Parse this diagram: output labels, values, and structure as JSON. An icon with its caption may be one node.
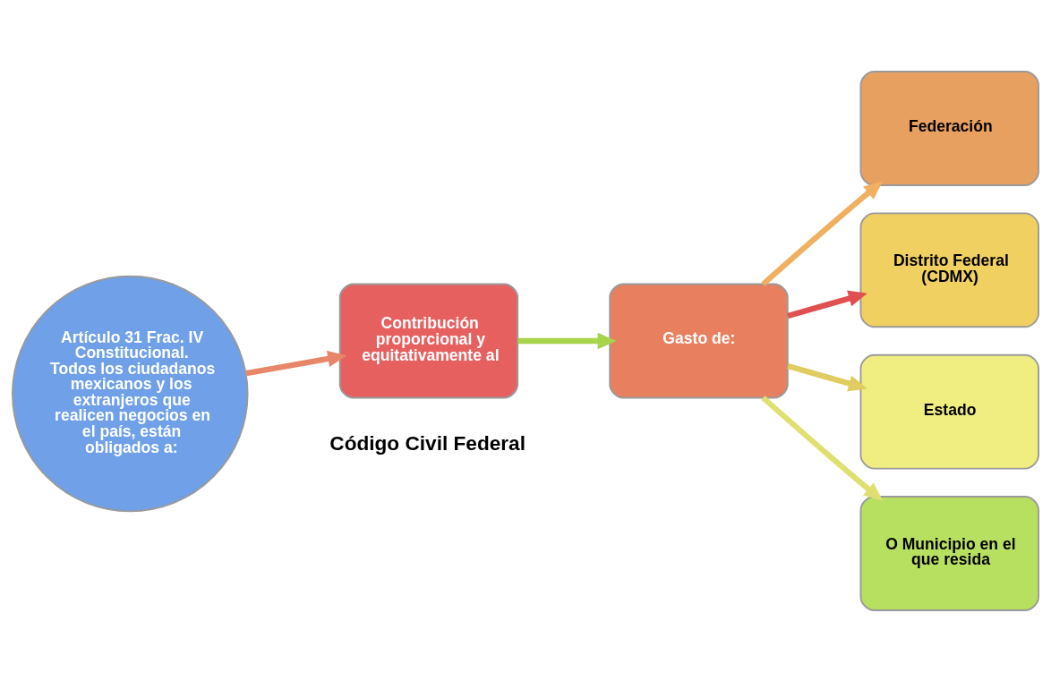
{
  "diagram": {
    "nodes": [
      {
        "text": [
          "Artículo 31 Frac. IV Constitucional. Todos los ciudadanos mexicanos y los extranjeros que realicen negocios en el país, están obligados a:"
        ]
      },
      {
        "text": [
          "Contribución proporcional y equitativamente al"
        ]
      },
      {
        "text": [
          "Gasto de:"
        ]
      },
      {
        "text": [
          "Federación"
        ]
      },
      {
        "text": [
          "Distrito Federal (CDMX)"
        ]
      },
      {
        "text": [
          "Estado"
        ]
      },
      {
        "text": [
          "O Municipio en el que resida"
        ]
      }
    ],
    "edges": [
      {
        "from": 0,
        "to": 1,
        "arrow": "to",
        "color": "#e8866a"
      },
      {
        "from": 1,
        "to": 2,
        "arrow": "to",
        "color": "#a8d44c"
      },
      {
        "from": 2,
        "to": 3,
        "arrow": "to",
        "color": "#f0b060"
      },
      {
        "from": 2,
        "to": 4,
        "arrow": "to",
        "color": "#e05050"
      },
      {
        "from": 2,
        "to": 5,
        "arrow": "to",
        "color": "#e0cc60"
      },
      {
        "from": 2,
        "to": 6,
        "arrow": "to",
        "color": "#e0e070"
      }
    ],
    "labels": [
      "Código Civil Federal"
    ]
  }
}
